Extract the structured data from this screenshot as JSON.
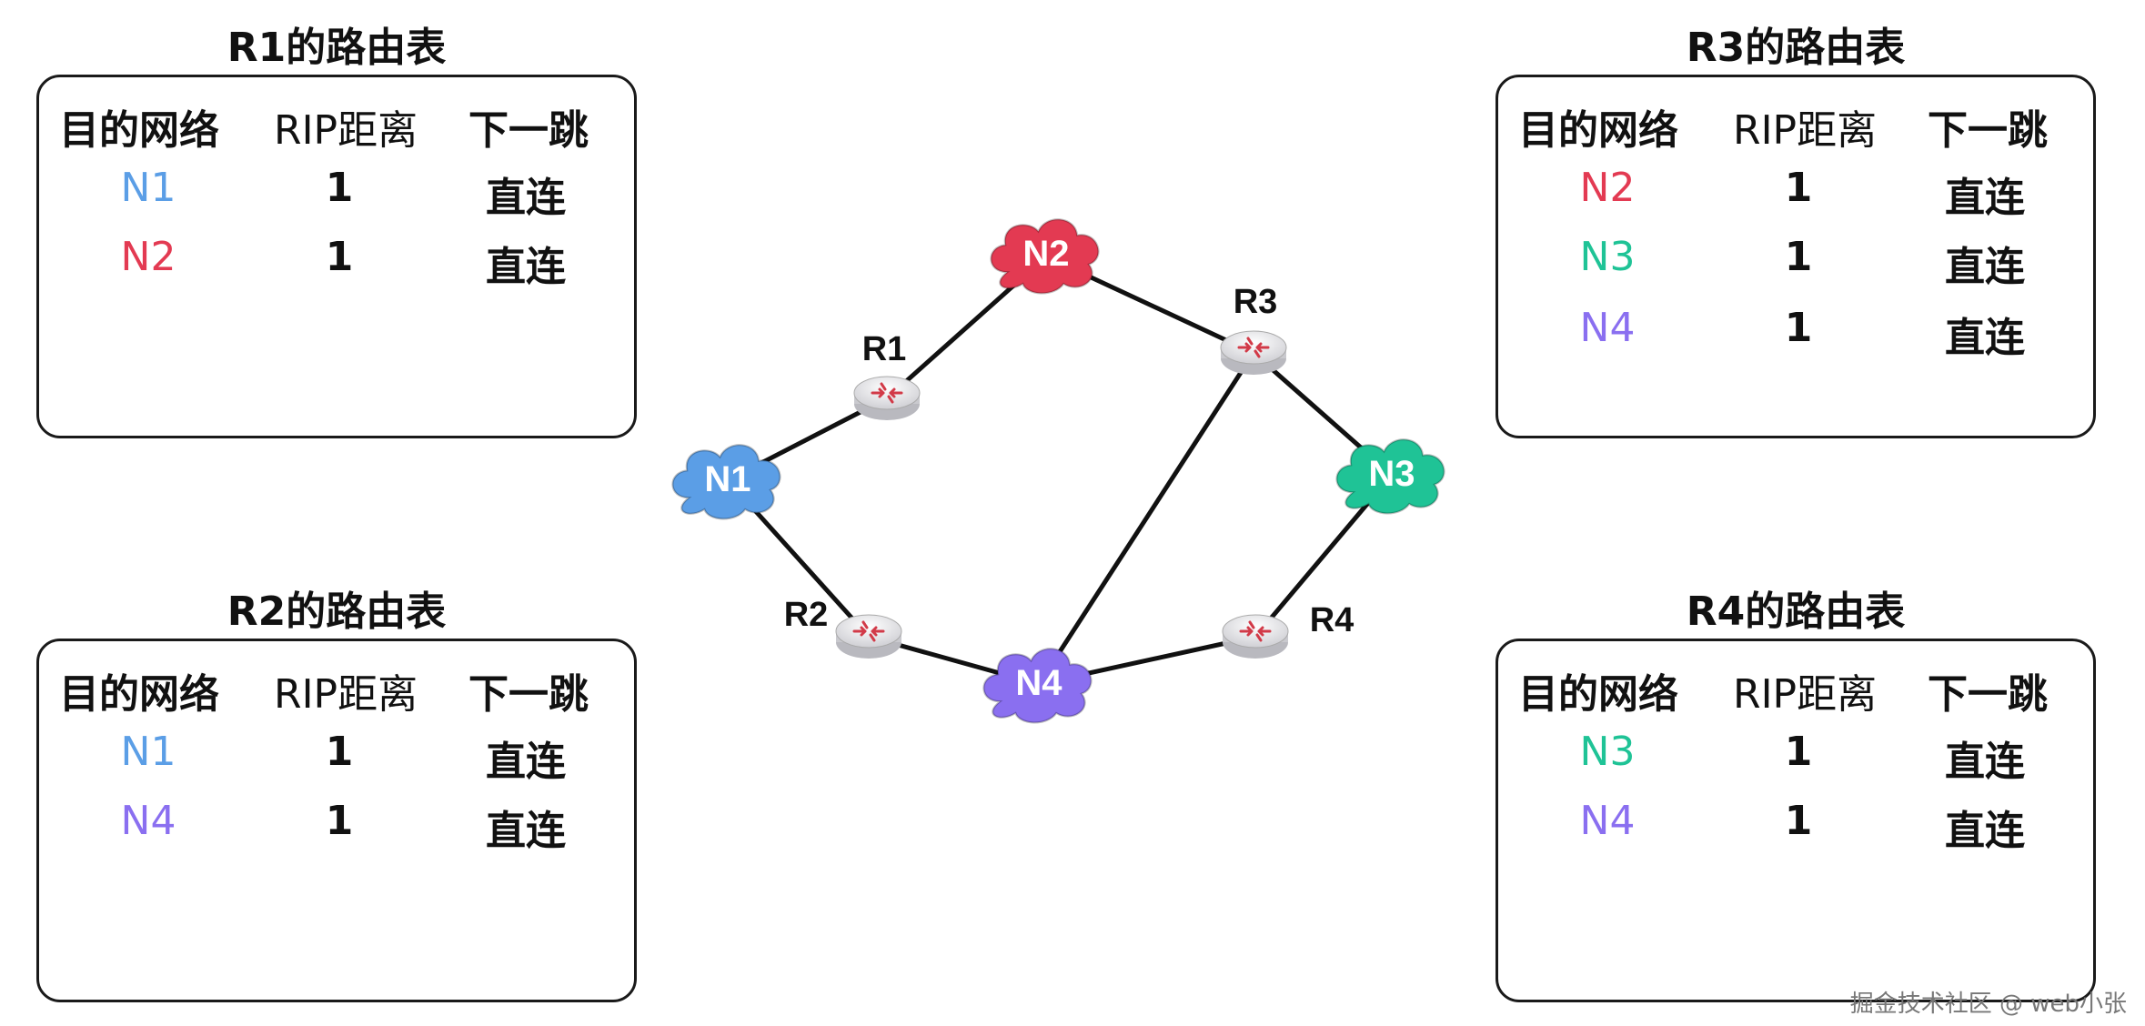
{
  "colors": {
    "N1": "#5b9ee6",
    "N2": "#e33a52",
    "N3": "#1fc396",
    "N4": "#8a6ff0"
  },
  "headers": {
    "dest": "目的网络",
    "rip": "RIP距离",
    "next": "下一跳"
  },
  "tables": {
    "r1": {
      "title": "R1的路由表",
      "rows": [
        {
          "net": "N1",
          "dist": "1",
          "hop": "直连"
        },
        {
          "net": "N2",
          "dist": "1",
          "hop": "直连"
        }
      ]
    },
    "r2": {
      "title": "R2的路由表",
      "rows": [
        {
          "net": "N1",
          "dist": "1",
          "hop": "直连"
        },
        {
          "net": "N4",
          "dist": "1",
          "hop": "直连"
        }
      ]
    },
    "r3": {
      "title": "R3的路由表",
      "rows": [
        {
          "net": "N2",
          "dist": "1",
          "hop": "直连"
        },
        {
          "net": "N3",
          "dist": "1",
          "hop": "直连"
        },
        {
          "net": "N4",
          "dist": "1",
          "hop": "直连"
        }
      ]
    },
    "r4": {
      "title": "R4的路由表",
      "rows": [
        {
          "net": "N3",
          "dist": "1",
          "hop": "直连"
        },
        {
          "net": "N4",
          "dist": "1",
          "hop": "直连"
        }
      ]
    }
  },
  "diagram": {
    "networks": {
      "n1": "N1",
      "n2": "N2",
      "n3": "N3",
      "n4": "N4"
    },
    "routers": {
      "r1": "R1",
      "r2": "R2",
      "r3": "R3",
      "r4": "R4"
    }
  },
  "watermark": "掘金技术社区 @ web小张"
}
